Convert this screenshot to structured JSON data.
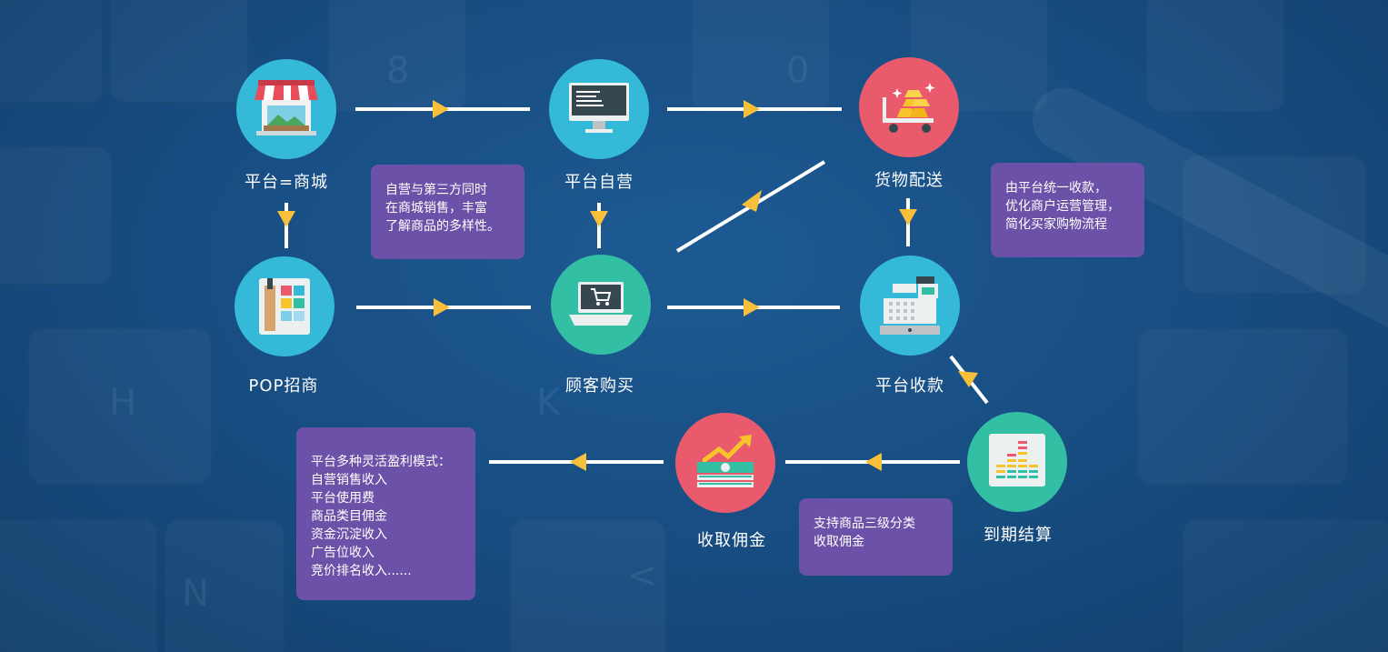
{
  "nodes": {
    "mall": {
      "label": "平台=商城",
      "color": "#35b9d8"
    },
    "self_operated": {
      "label": "平台自营",
      "color": "#35b9d8"
    },
    "delivery": {
      "label": "货物配送",
      "color": "#e85a6c"
    },
    "pop": {
      "label": "POP招商",
      "color": "#35b9d8"
    },
    "purchase": {
      "label": "顾客购买",
      "color": "#32bfa3"
    },
    "collection": {
      "label": "平台收款",
      "color": "#35b9d8"
    },
    "settlement": {
      "label": "到期结算",
      "color": "#32bfa3"
    },
    "commission": {
      "label": "收取佣金",
      "color": "#e85a6c"
    }
  },
  "notes": {
    "diversity": [
      "自营与第三方同时",
      "在商城销售，丰富",
      "了解商品的多样性。"
    ],
    "unified_payment": [
      "由平台统一收款，",
      "优化商户运营管理，",
      "简化买家购物流程"
    ],
    "commission_levels": [
      "支持商品三级分类",
      "收取佣金"
    ],
    "profit_models": [
      "平台多种灵活盈利模式：",
      "自营销售收入",
      "平台使用费",
      "商品类目佣金",
      "资金沉淀收入",
      "广告位收入",
      "竞价排名收入......"
    ]
  },
  "icons": {
    "mall": "storefront-icon",
    "self_operated": "monitor-code-icon",
    "delivery": "gold-cart-icon",
    "pop": "palette-icon",
    "purchase": "laptop-cart-icon",
    "collection": "cash-register-icon",
    "settlement": "bar-chart-icon",
    "commission": "money-growth-icon"
  },
  "colors": {
    "arrow": "#f7bf3a",
    "note_bg": "#6b52a8",
    "background": "#174c80"
  }
}
